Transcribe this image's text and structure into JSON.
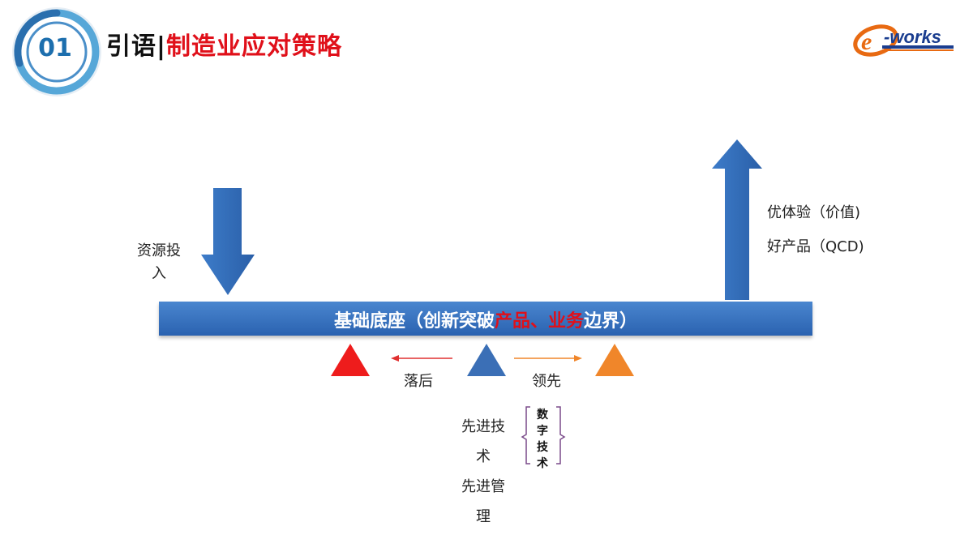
{
  "header": {
    "badge_number": "01",
    "title_part1": "引语",
    "title_separator": "|",
    "title_part2": "制造业应对策略"
  },
  "logo": {
    "text": "e-works",
    "icon": "e-works-logo"
  },
  "diagram": {
    "input_label": "资源投入",
    "input_line1": "资源投",
    "input_line2": "入",
    "output_line1": "优体验（价值)",
    "output_line2": "好产品（QCD)",
    "base_white_1": "基础底座（创新突破",
    "base_red_1": "产品、业务",
    "base_white_2": "边界）",
    "lag_label": "落后",
    "lead_label": "领先",
    "tech_lines": [
      "先进技",
      "术",
      "先进管",
      "理"
    ],
    "digital_tech": [
      "数",
      "字",
      "技",
      "术"
    ],
    "colors": {
      "red_triangle": "#ee1c1c",
      "blue_triangle": "#3b6fb6",
      "orange_triangle": "#f0862a",
      "bar_blue": "#2f6bb8",
      "accent_red": "#e0101a"
    }
  }
}
